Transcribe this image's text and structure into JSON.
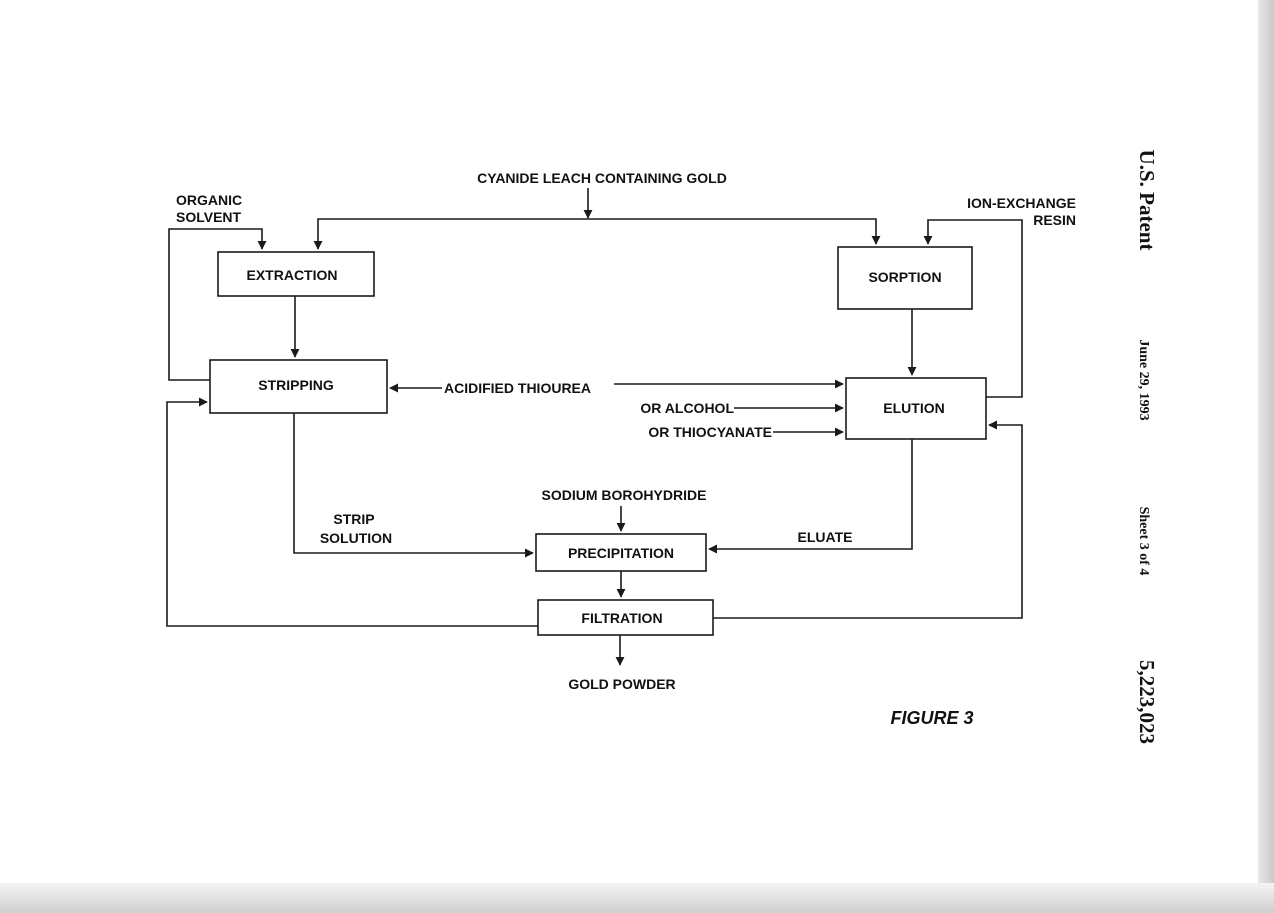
{
  "boxes": {
    "extraction": "EXTRACTION",
    "sorption": "SORPTION",
    "stripping": "STRIPPING",
    "elution": "ELUTION",
    "precipitation": "PRECIPITATION",
    "filtration": "FILTRATION"
  },
  "labels": {
    "cyanide_leach": "CYANIDE LEACH CONTAINING GOLD",
    "organic_1": "ORGANIC",
    "organic_2": "SOLVENT",
    "ion_exchange_1": "ION-EXCHANGE",
    "ion_exchange_2": "RESIN",
    "acidified_thiourea": "ACIDIFIED THIOUREA",
    "or_alcohol": "OR ALCOHOL",
    "or_thiocyanate": "OR THIOCYANATE",
    "sodium_borohydride": "SODIUM BOROHYDRIDE",
    "strip_1": "STRIP",
    "strip_2": "SOLUTION",
    "eluate": "ELUATE",
    "gold_powder": "GOLD POWDER",
    "figure": "FIGURE 3"
  },
  "header": {
    "patent": "U.S. Patent",
    "date": "June 29, 1993",
    "sheet": "Sheet 3 of 4",
    "number": "5,223,023"
  }
}
